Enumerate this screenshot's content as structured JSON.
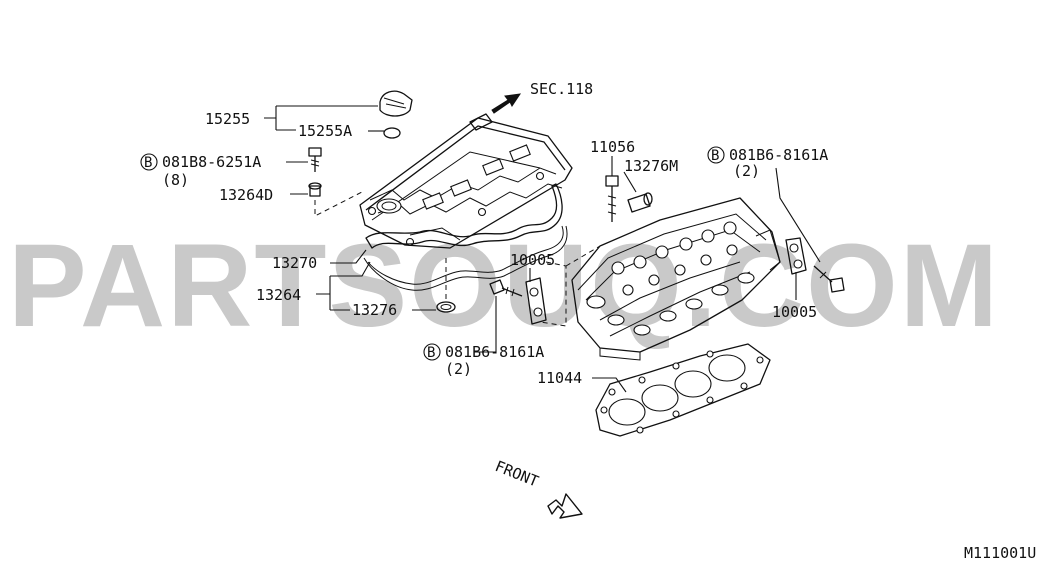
{
  "watermark": "PARTSOUQ.COM",
  "figure_code": "M111001U",
  "front_label": "FRONT",
  "section_ref": "SEC.118",
  "parts": {
    "p15255": "15255",
    "p15255a": "15255A",
    "bolt_8": "081B8-6251A",
    "bolt_8_qty": "(8)",
    "p13264d": "13264D",
    "p13270": "13270",
    "p13264": "13264",
    "p13276": "13276",
    "p10005_left": "10005",
    "bolt_6_bottom": "081B6-8161A",
    "bolt_6_bottom_qty": "(2)",
    "p11056": "11056",
    "p13276m": "13276M",
    "bolt_6_right": "081B6-8161A",
    "bolt_6_right_qty": "(2)",
    "p10005_right": "10005",
    "p11044": "11044"
  },
  "bolt_symbol": "B"
}
